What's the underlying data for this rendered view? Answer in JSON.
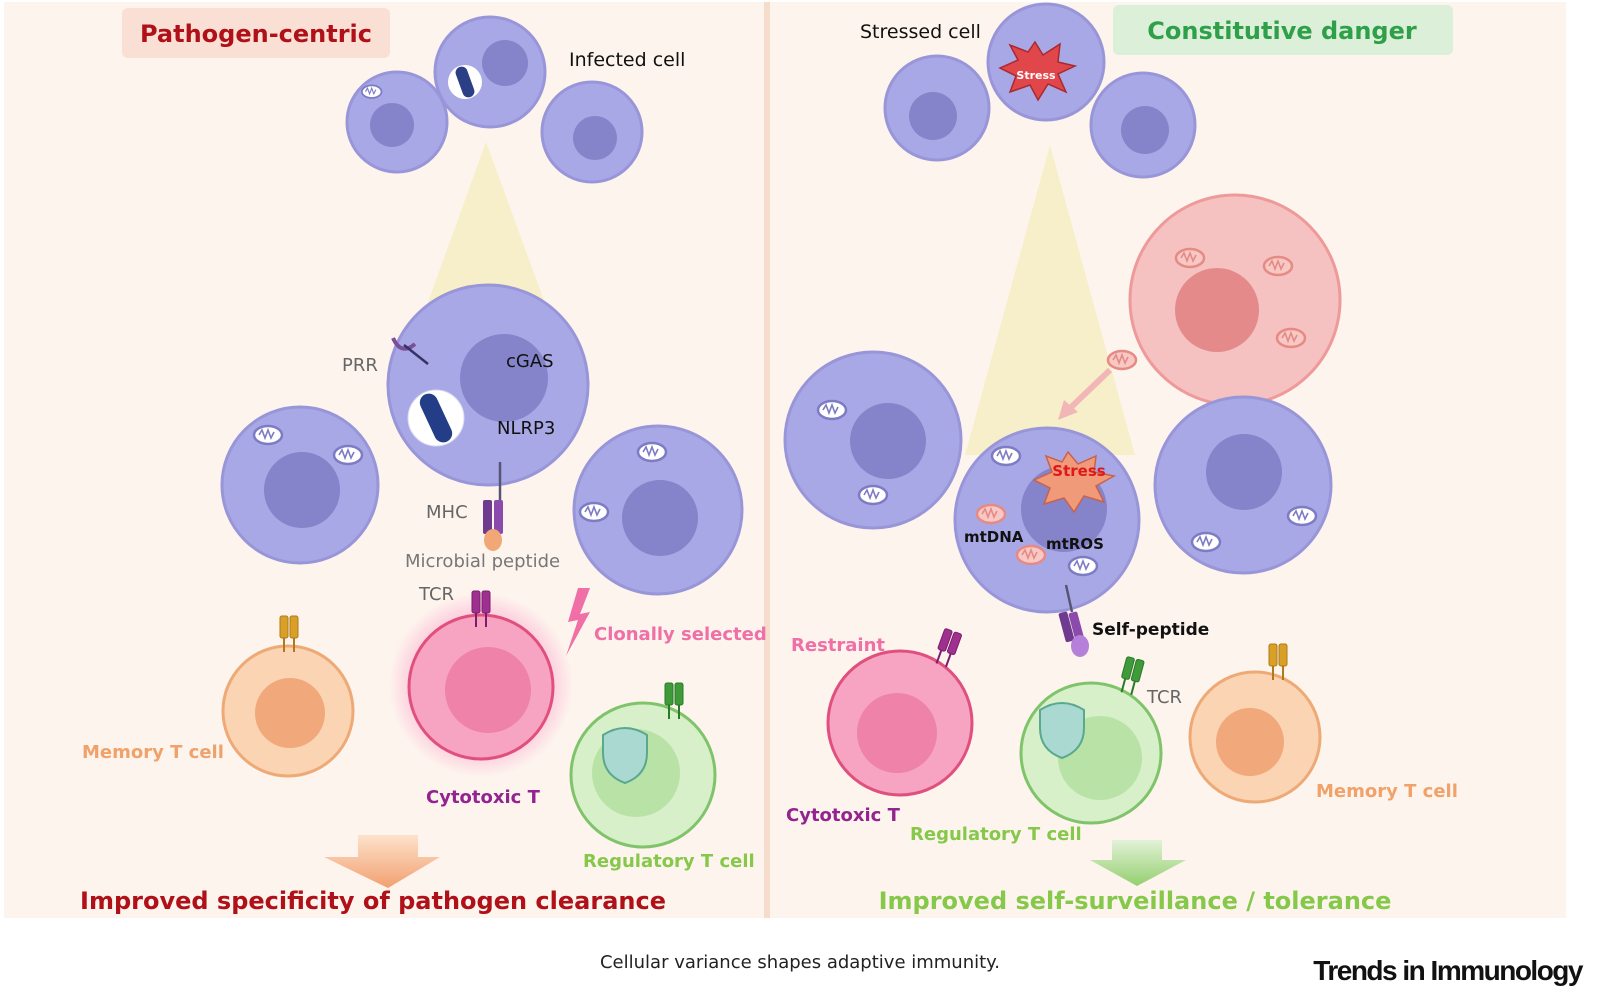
{
  "left_panel": {
    "title": "Pathogen-centric",
    "infected_cell_label": "Infected cell",
    "prr_label": "PRR",
    "cgas_label": "cGAS",
    "nlrp3_label": "NLRP3",
    "mhc_label": "MHC",
    "microbial_peptide_label": "Microbial peptide",
    "tcr_label": "TCR",
    "clonally_selected_label": "Clonally selected",
    "memory_t_cell_label": "Memory T cell",
    "cytotoxic_t_label": "Cytotoxic T",
    "regulatory_t_cell_label": "Regulatory T cell",
    "outcome": "Improved specificity of pathogen clearance"
  },
  "right_panel": {
    "title": "Constitutive danger",
    "stressed_cell_label": "Stressed cell",
    "stress_badge_small": "Stress",
    "stress_badge_large": "Stress",
    "mtdna_label": "mtDNA",
    "mtros_label": "mtROS",
    "self_peptide_label": "Self-peptide",
    "restraint_label": "Restraint",
    "tcr_label": "TCR",
    "cytotoxic_t_label": "Cytotoxic T",
    "regulatory_t_cell_label": "Regulatory T cell",
    "memory_t_cell_label": "Memory T cell",
    "outcome": "Improved self-surveillance / tolerance"
  },
  "caption": "Cellular variance shapes adaptive immunity.",
  "journal_logo": "Trends in Immunology",
  "colors": {
    "pathogen_title": "#b01018",
    "danger_title": "#2fa04a",
    "cell_purple": "#a9a8e6",
    "nucleus_purple": "#8583c9",
    "memory_orange": "#f1a064",
    "cytotoxic_pink": "#ef7ba2",
    "regulatory_green": "#a8dd96",
    "pink_stressed_cell": "#f3a8a8",
    "cytotoxic_label": "#93248f",
    "regulatory_label": "#86c84a"
  }
}
